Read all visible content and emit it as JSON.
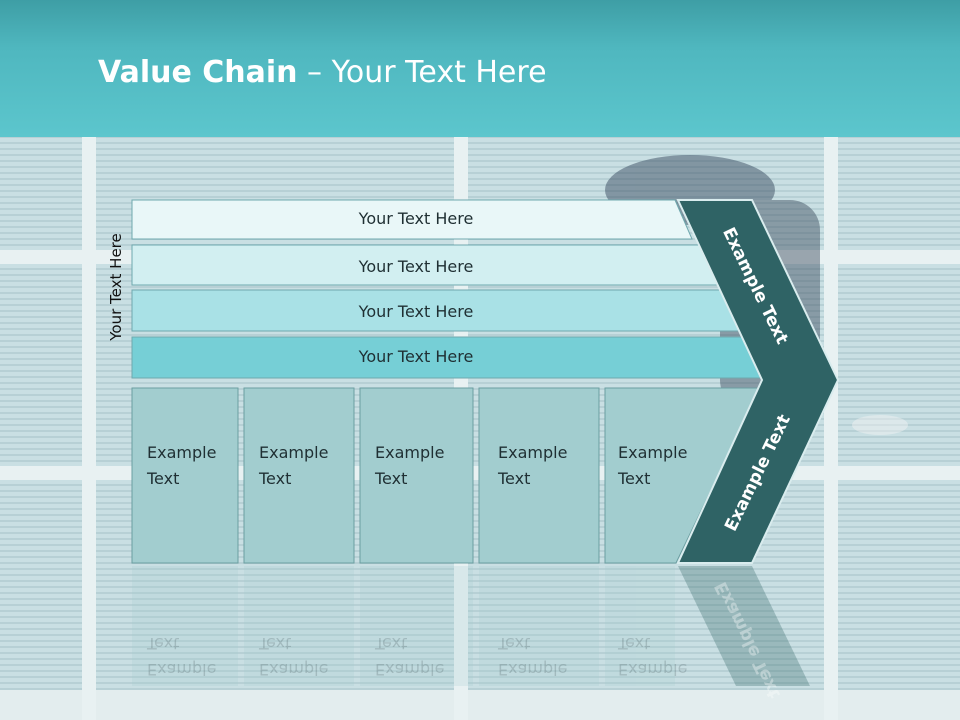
{
  "slide": {
    "title_bold": "Value Chain",
    "title_rest": " – Your Text Here"
  },
  "diagram": {
    "vertical_label": "Your Text Here",
    "bars": [
      "Your Text Here",
      "Your Text Here",
      "Your Text Here",
      "Your Text Here"
    ],
    "boxes": [
      {
        "line1": "Example",
        "line2": "Text"
      },
      {
        "line1": "Example",
        "line2": "Text"
      },
      {
        "line1": "Example",
        "line2": "Text"
      },
      {
        "line1": "Example",
        "line2": "Text"
      },
      {
        "line1": "Example",
        "line2": "Text"
      }
    ],
    "chevron_upper": "Example Text",
    "chevron_lower": "Example Text"
  },
  "colors": {
    "header": "#4fb7bf",
    "chevron": "#2f6365",
    "bar_1": "#e9f7f8",
    "bar_2": "#d2eff1",
    "bar_3": "#a9e1e6",
    "bar_4": "#76cfd6",
    "box": "#a2cdcf"
  }
}
